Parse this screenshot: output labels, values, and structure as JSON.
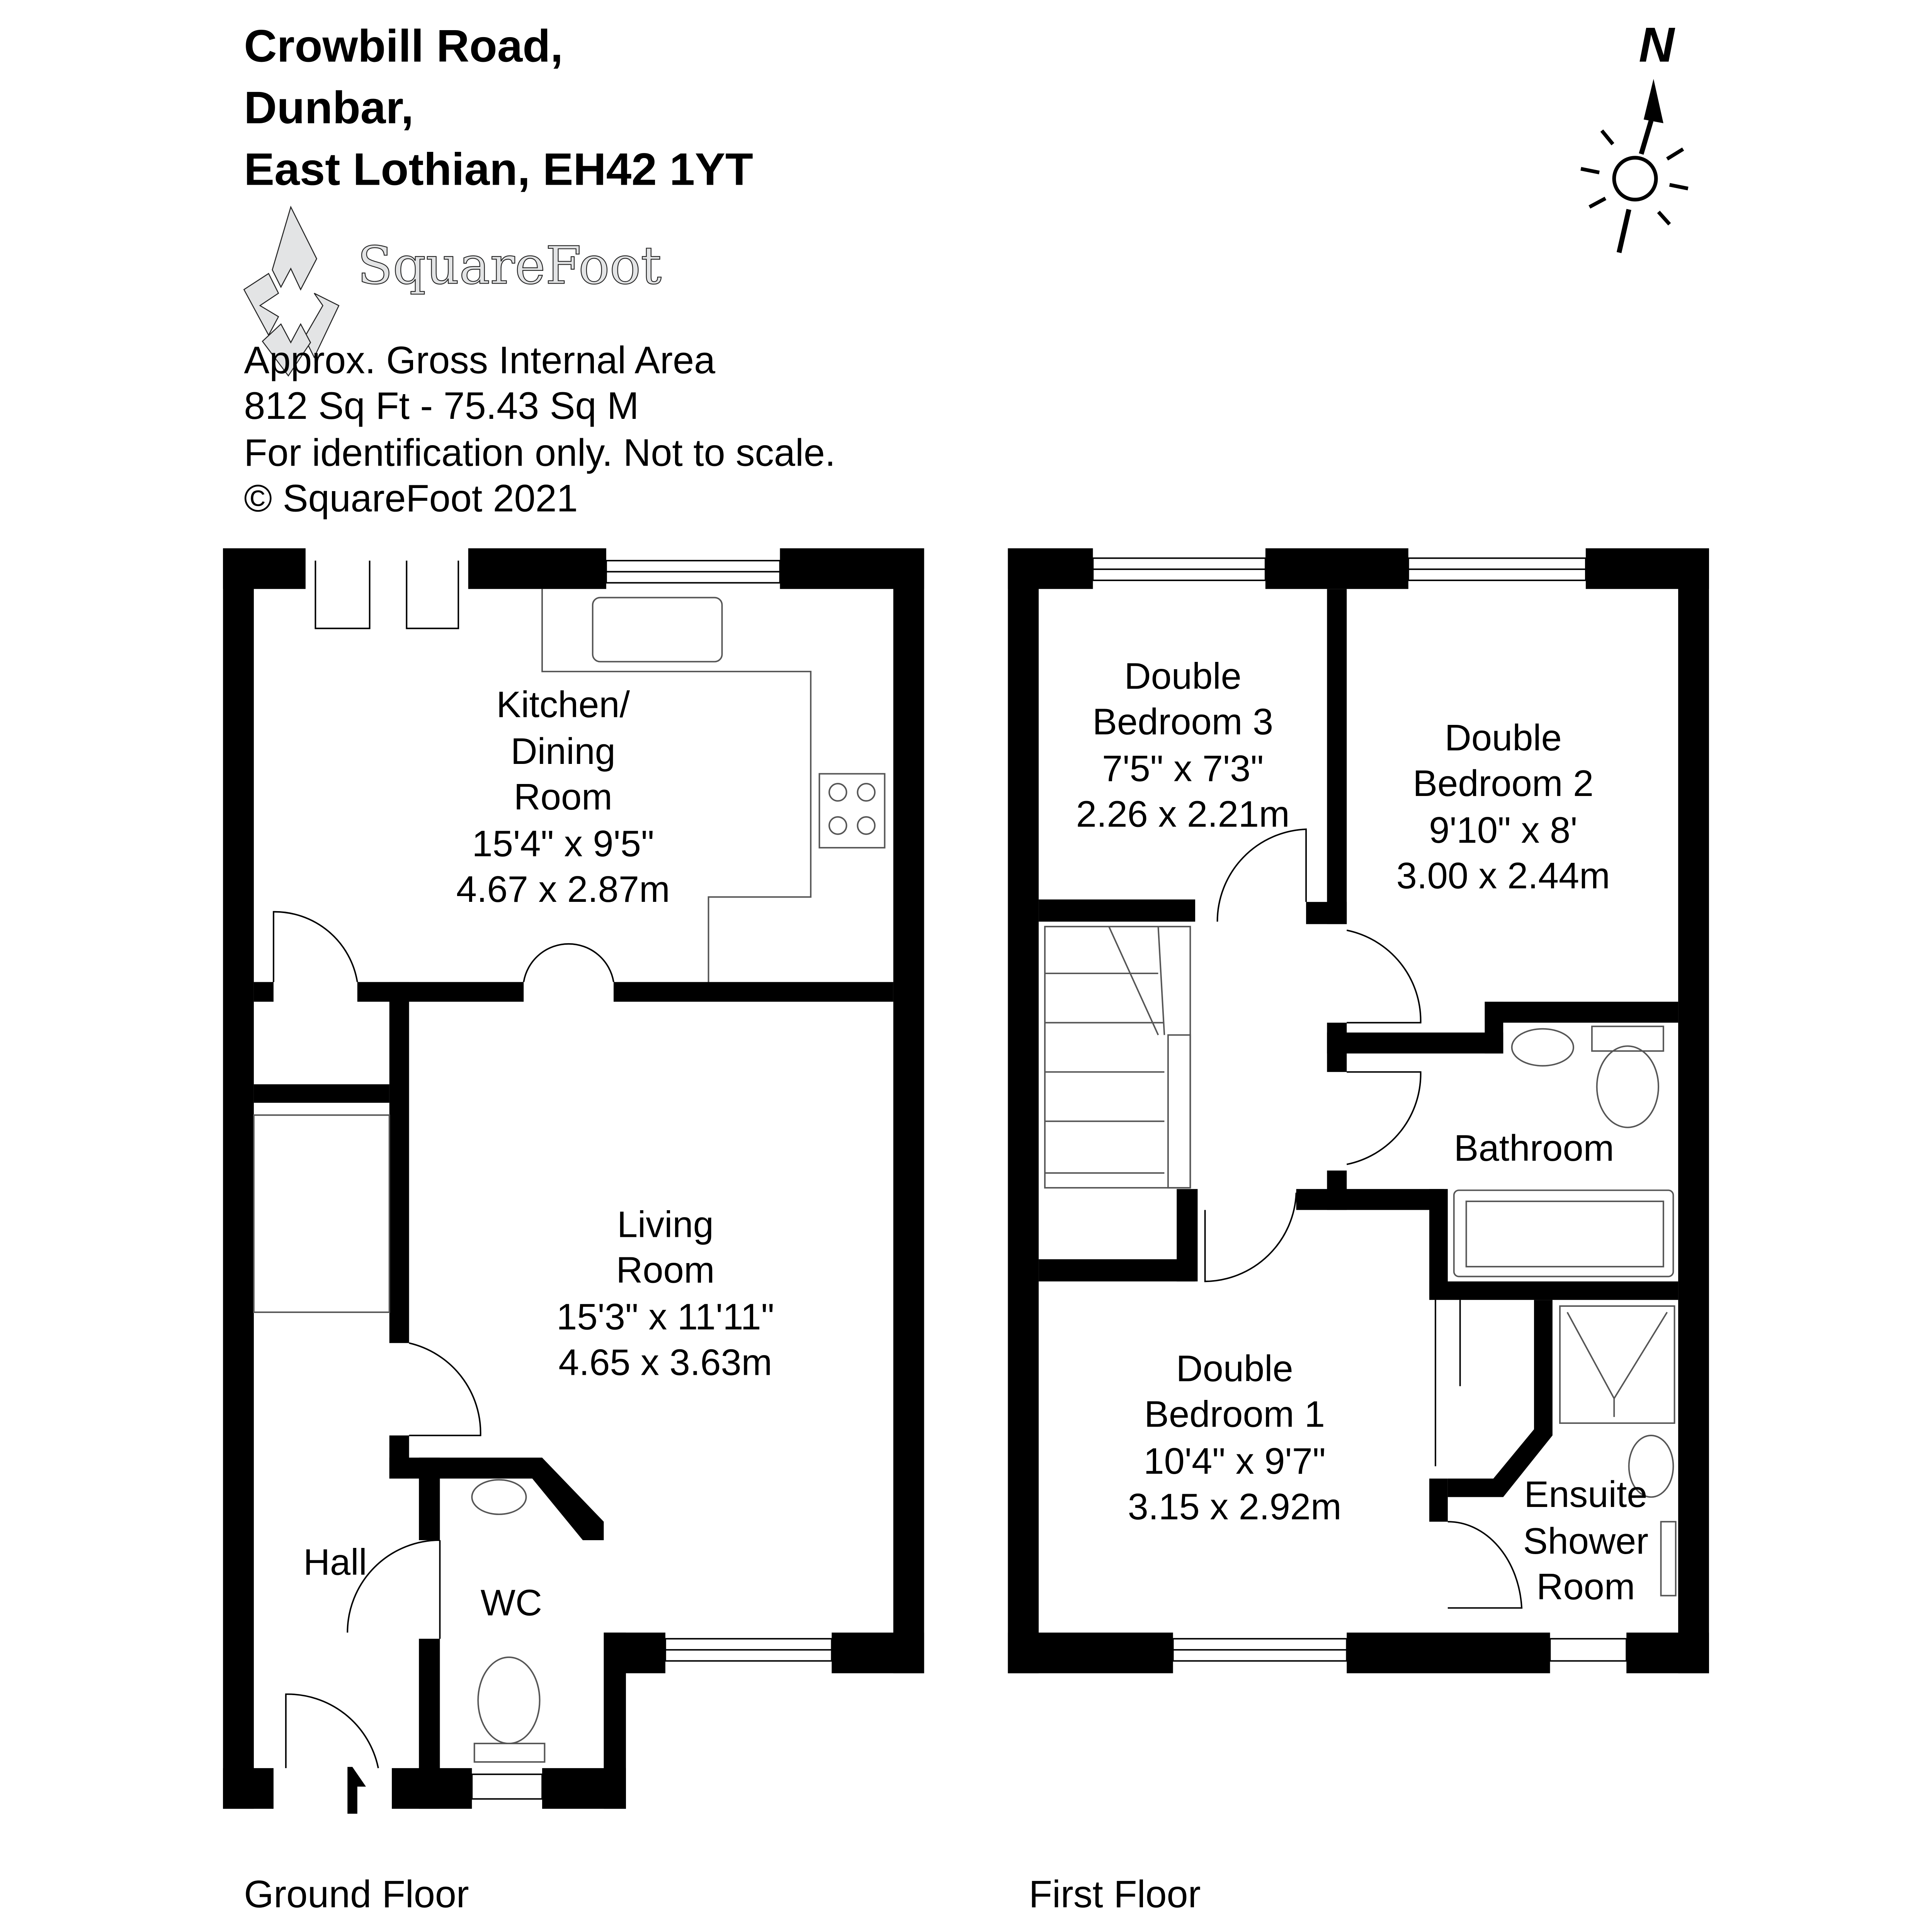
{
  "header": {
    "address_lines": [
      "Crowbill Road,",
      "Dunbar,",
      "East Lothian, EH42 1YT"
    ],
    "logo_text": "SquareFoot",
    "info_lines": [
      "Approx. Gross Internal Area",
      "812 Sq Ft  -  75.43 Sq M",
      "For identification only. Not to scale.",
      "© SquareFoot 2021"
    ]
  },
  "compass": {
    "label": "N"
  },
  "ground_floor": {
    "label": "Ground Floor",
    "rooms": {
      "kitchen": [
        "Kitchen/",
        "Dining",
        "Room",
        "15'4\" x 9'5\"",
        "4.67 x 2.87m"
      ],
      "living": [
        "Living",
        "Room",
        "15'3\" x 11'11\"",
        "4.65 x 3.63m"
      ],
      "hall": [
        "Hall"
      ],
      "wc": [
        "WC"
      ]
    }
  },
  "first_floor": {
    "label": "First Floor",
    "rooms": {
      "bedroom3": [
        "Double",
        "Bedroom 3",
        "7'5\" x 7'3\"",
        "2.26 x 2.21m"
      ],
      "bedroom2": [
        "Double",
        "Bedroom 2",
        "9'10\" x 8'",
        "3.00 x 2.44m"
      ],
      "bathroom": [
        "Bathroom"
      ],
      "bedroom1": [
        "Double",
        "Bedroom 1",
        "10'4\" x 9'7\"",
        "3.15 x 2.92m"
      ],
      "ensuite": [
        "Ensuite",
        "Shower",
        "Room"
      ]
    }
  }
}
